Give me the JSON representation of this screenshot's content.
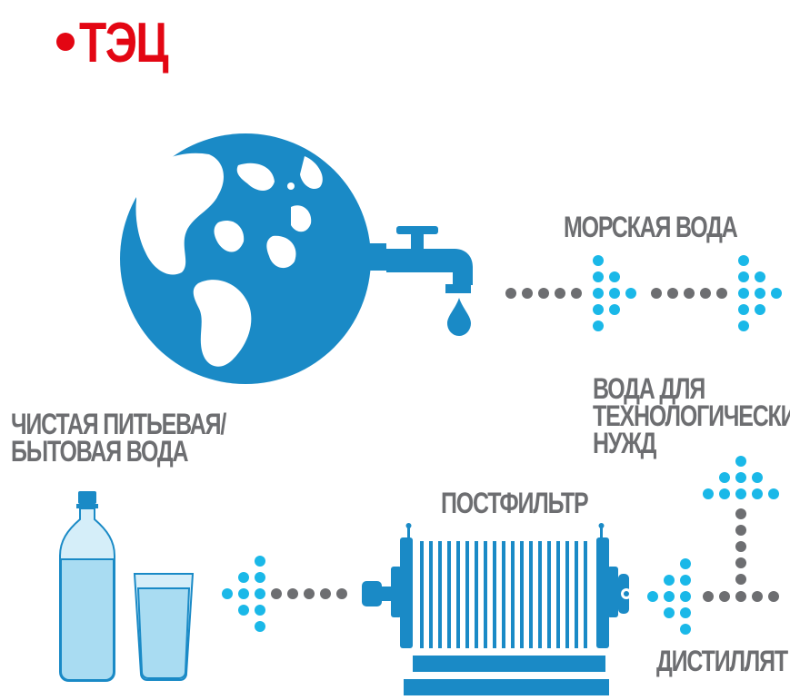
{
  "title": "ТЭЦ",
  "labels": {
    "sea_water": "МОРСКАЯ ВОДА",
    "process_water": [
      "ВОДА ДЛЯ",
      "ТЕХНОЛОГИЧЕСКИХ",
      "НУЖД"
    ],
    "drinking_water": [
      "ЧИСТАЯ ПИТЬЕВАЯ/",
      "БЫТОВАЯ ВОДА"
    ],
    "postfilter": "ПОСТФИЛЬТР",
    "distillate": "ДИСТИЛЛЯТ"
  },
  "colors": {
    "accent_red": "#e30613",
    "blue": "#1a8ac6",
    "cyan": "#1ab8e8",
    "gray": "#6d6e71",
    "light_blue": "#a9dcf2"
  }
}
